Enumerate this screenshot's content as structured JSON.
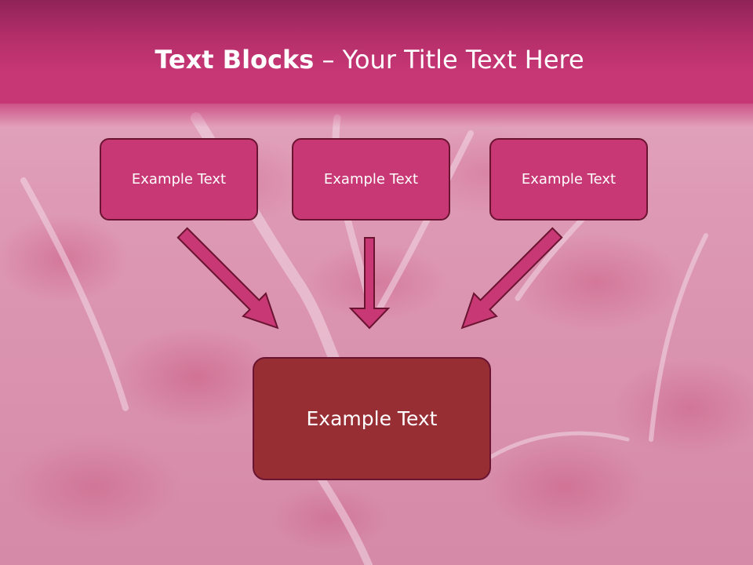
{
  "title": {
    "bold_part": "Text Blocks",
    "separator": " – ",
    "rest": "Your Title Text Here"
  },
  "blocks": [
    {
      "label": "Example Text"
    },
    {
      "label": "Example Text"
    },
    {
      "label": "Example Text"
    }
  ],
  "target_block": {
    "label": "Example Text"
  },
  "colors": {
    "header": "#c73775",
    "box": "#c83875",
    "box_border": "#6a1431",
    "target_box": "#972e34",
    "arrow": "#c83875",
    "text": "#ffffff"
  }
}
